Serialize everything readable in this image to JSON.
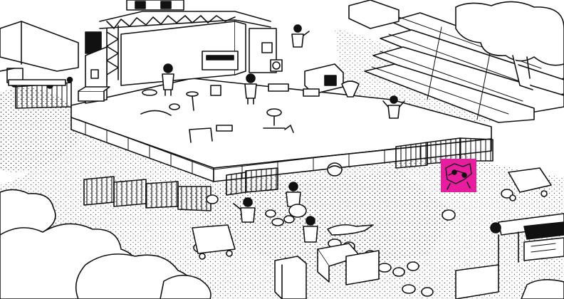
{
  "game": {
    "scene": "outdoor-concert-stage",
    "colors": {
      "ink": "#111111",
      "paper": "#ffffff",
      "highlight": "#e5199e",
      "highlight_fill": "#e81c9f"
    },
    "found_marker": {
      "icon": "found-target-highlight",
      "state": "highlighted"
    }
  }
}
